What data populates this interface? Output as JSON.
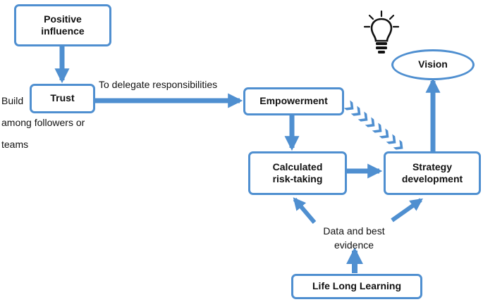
{
  "colors": {
    "accent": "#4f8fd0",
    "text": "#111111",
    "background": "#ffffff"
  },
  "icons": {
    "idea": "lightbulb-icon"
  },
  "nodes": {
    "positive_influence": "Positive\ninfluence",
    "trust": "Trust",
    "empowerment": "Empowerment",
    "vision": "Vision",
    "calculated_risk": "Calculated\nrisk-taking",
    "strategy_development": "Strategy\ndevelopment",
    "life_long_learning": "Life Long Learning"
  },
  "labels": {
    "build": "Build\namong followers or\nteams",
    "delegate": "To delegate responsibilities",
    "data_evidence": "Data and best\nevidence"
  }
}
